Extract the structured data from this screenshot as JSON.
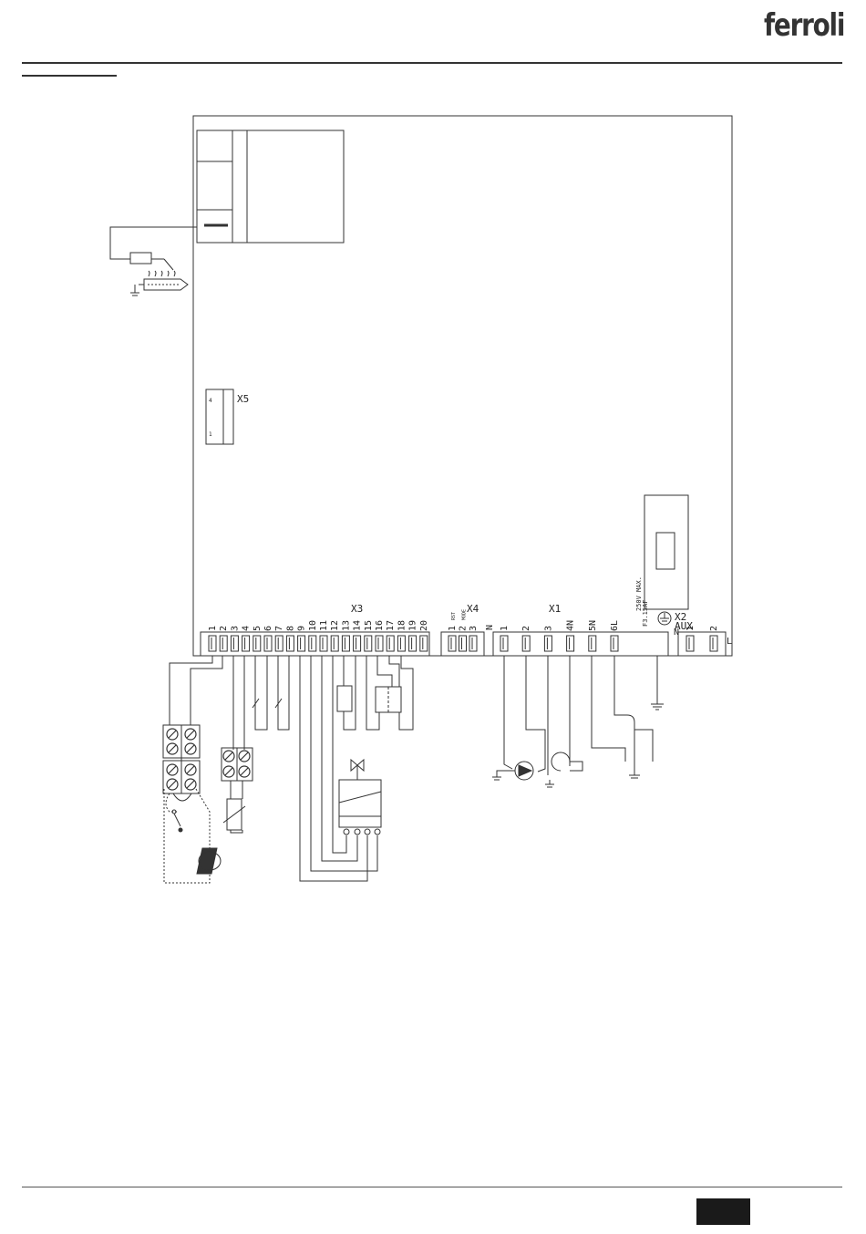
{
  "brand": {
    "logo_text": "ferroli"
  },
  "connectors": {
    "x3": {
      "label": "X3",
      "pins": [
        "1",
        "2",
        "3",
        "4",
        "5",
        "6",
        "7",
        "8",
        "9",
        "10",
        "11",
        "12",
        "13",
        "14",
        "15",
        "16",
        "17",
        "18",
        "19",
        "20"
      ]
    },
    "x4": {
      "label": "X4",
      "pins": [
        "1",
        "2",
        "3"
      ],
      "pin_notes": [
        "RST",
        "MODE",
        ""
      ]
    },
    "x1": {
      "label": "X1",
      "pins": [
        "1",
        "2",
        "3",
        "4N",
        "5N",
        "6L"
      ]
    },
    "x2": {
      "label": "X2",
      "sublabel": "AUX",
      "pins": [
        "1",
        "2"
      ]
    },
    "x5": {
      "label": "X5",
      "pins": [
        "4",
        "1"
      ]
    },
    "n_marker": "N",
    "l_marker": "L"
  },
  "fuse": {
    "rating": "F3.15AF",
    "voltage": "250V MAX."
  }
}
